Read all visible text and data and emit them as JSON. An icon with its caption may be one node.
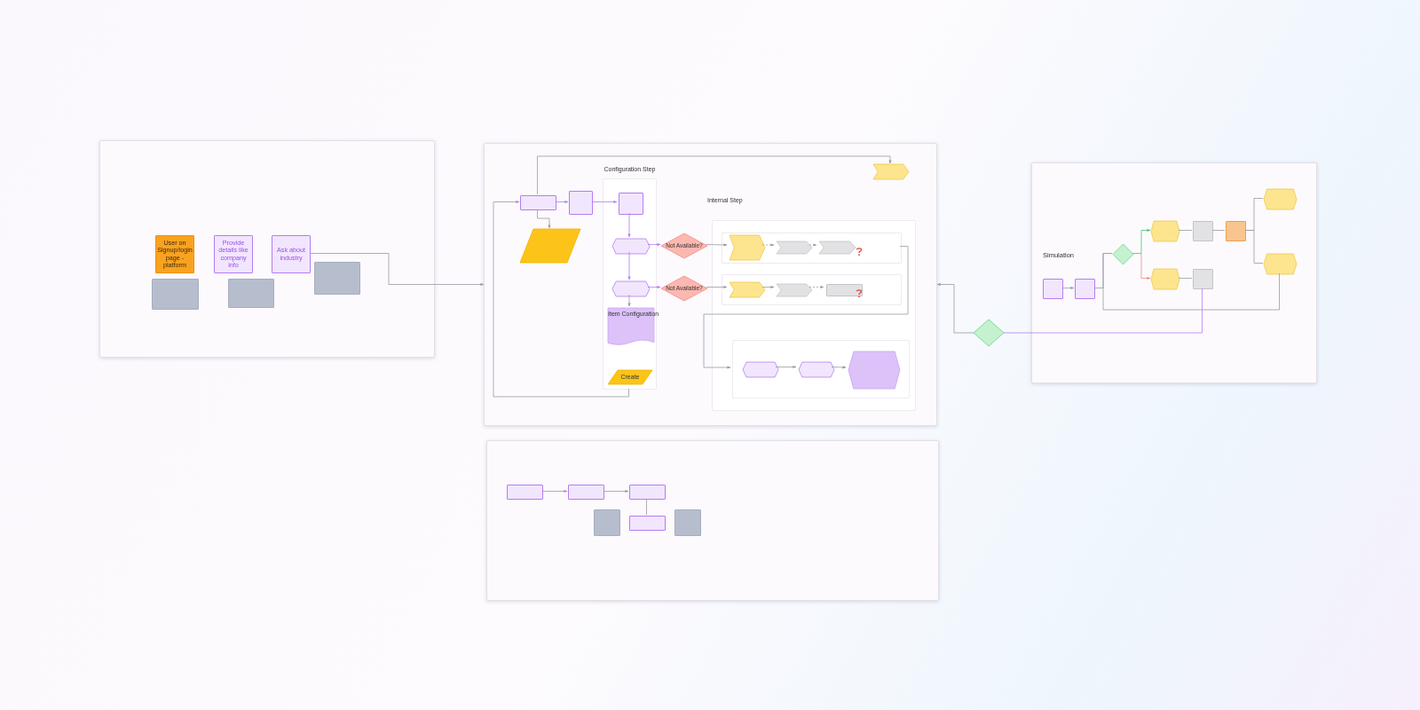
{
  "diagram": {
    "nodes": [
      {
        "text": [],
        "shape": "box"
      },
      {
        "text": [
          "User on Signup/login page - platform"
        ],
        "in": 0
      },
      {
        "text": [
          "Provide details like company info"
        ],
        "in": 0
      },
      {
        "text": [
          "Ask about industry"
        ],
        "in": 0
      },
      {
        "text": [],
        "shape": "box",
        "in": 0
      },
      {
        "text": [],
        "shape": "box",
        "in": 0
      },
      {
        "text": [],
        "shape": "box",
        "in": 0
      },
      {
        "text": [],
        "shape": "box"
      },
      {
        "text": [],
        "shape": "box",
        "in": 7
      },
      {
        "text": [],
        "shape": "box",
        "in": 7
      },
      {
        "text": [
          "Configuration Step"
        ],
        "in": 7
      },
      {
        "text": [],
        "shape": "box",
        "in": 10
      },
      {
        "text": [],
        "shape": "hexagon",
        "in": 10
      },
      {
        "text": [],
        "shape": "hexagon",
        "in": 10
      },
      {
        "text": [
          "Item Configuration"
        ],
        "in": 10
      },
      {
        "text": [
          "Create"
        ],
        "in": 10
      },
      {
        "text": [],
        "shape": "parallelogram",
        "in": 7
      },
      {
        "text": [
          "Not Available?"
        ],
        "in": 7
      },
      {
        "text": [
          "Not Available?"
        ],
        "in": 7
      },
      {
        "text": [],
        "shape": "chevron",
        "in": 7
      },
      {
        "text": [
          "Internal Step"
        ],
        "in": 7
      },
      {
        "text": [],
        "shape": "box",
        "in": 20
      },
      {
        "text": [],
        "shape": "chevron",
        "in": 21
      },
      {
        "text": [],
        "shape": "chevron",
        "in": 21
      },
      {
        "text": [],
        "shape": "chevron",
        "in": 21
      },
      {
        "text": [],
        "shape": "box",
        "in": 20
      },
      {
        "text": [],
        "shape": "chevron",
        "in": 25
      },
      {
        "text": [],
        "shape": "chevron",
        "in": 25
      },
      {
        "text": [],
        "shape": "box",
        "in": 25
      },
      {
        "text": [],
        "shape": "box",
        "in": 20
      },
      {
        "text": [],
        "shape": "hexagon",
        "in": 29
      },
      {
        "text": [],
        "shape": "hexagon",
        "in": 29
      },
      {
        "text": [],
        "shape": "hexagon",
        "in": 29
      },
      {
        "text": [
          "Simulation"
        ]
      },
      {
        "text": [],
        "shape": "box",
        "in": 33
      },
      {
        "text": [],
        "shape": "box",
        "in": 33
      },
      {
        "text": [],
        "shape": "diamond",
        "in": 33
      },
      {
        "text": [],
        "shape": "hexagon",
        "in": 33
      },
      {
        "text": [],
        "shape": "box",
        "in": 33
      },
      {
        "text": [],
        "shape": "box",
        "in": 33
      },
      {
        "text": [],
        "shape": "hexagon",
        "in": 33
      },
      {
        "text": [],
        "shape": "box",
        "in": 33
      },
      {
        "text": [],
        "shape": "hexagon",
        "in": 33
      },
      {
        "text": [],
        "shape": "hexagon",
        "in": 33
      },
      {
        "text": [],
        "shape": "diamond"
      },
      {
        "text": [],
        "shape": "box"
      },
      {
        "text": [],
        "shape": "box",
        "in": 45
      },
      {
        "text": [],
        "shape": "box",
        "in": 45
      },
      {
        "text": [],
        "shape": "box",
        "in": 45
      },
      {
        "text": [],
        "shape": "box",
        "in": 45
      },
      {
        "text": [],
        "shape": "box",
        "in": 45
      },
      {
        "text": [],
        "shape": "box",
        "in": 45
      }
    ],
    "edges": [
      {
        "from": 3,
        "to": 7,
        "arrow": "to"
      },
      {
        "from": 8,
        "to": 9,
        "arrow": "to",
        "color": "#b57cf2"
      },
      {
        "from": 9,
        "to": 11,
        "arrow": "to",
        "color": "#b57cf2"
      },
      {
        "from": 11,
        "to": 12,
        "arrow": "to",
        "color": "#b57cf2"
      },
      {
        "from": 12,
        "to": 13,
        "arrow": "to",
        "color": "#b57cf2"
      },
      {
        "from": 13,
        "to": 14,
        "arrow": "to"
      },
      {
        "from": 12,
        "to": 17,
        "arrow": "to",
        "color": "#b57cf2"
      },
      {
        "from": 13,
        "to": 18,
        "arrow": "to",
        "color": "#b57cf2"
      },
      {
        "from": 8,
        "to": 16,
        "arrow": "to"
      },
      {
        "from": 8,
        "to": 19,
        "arrow": "to"
      },
      {
        "from": 10,
        "to": 8,
        "arrow": "to"
      },
      {
        "from": 17,
        "to": 22,
        "arrow": "to"
      },
      {
        "from": 22,
        "to": 23,
        "arrow": "to",
        "style": "dashed"
      },
      {
        "from": 23,
        "to": 24,
        "arrow": "to",
        "style": "dashed"
      },
      {
        "from": 18,
        "to": 26,
        "arrow": "to"
      },
      {
        "from": 26,
        "to": 27,
        "arrow": "to"
      },
      {
        "from": 27,
        "to": 28,
        "arrow": "to",
        "style": "dashed"
      },
      {
        "from": 21,
        "to": 29,
        "arrow": "to"
      },
      {
        "from": 30,
        "to": 31,
        "arrow": "to"
      },
      {
        "from": 31,
        "to": 32,
        "arrow": "to"
      },
      {
        "from": 44,
        "to": 7,
        "arrow": "to"
      },
      {
        "from": 41,
        "to": 44,
        "arrow": "none",
        "color": "#b57cf2"
      },
      {
        "from": 34,
        "to": 35,
        "arrow": "to"
      },
      {
        "from": 35,
        "to": 36,
        "arrow": "none"
      },
      {
        "from": 36,
        "to": 37,
        "arrow": "to",
        "color": "#4cc36d"
      },
      {
        "from": 36,
        "to": 40,
        "arrow": "to",
        "color": "#f08a80"
      },
      {
        "from": 37,
        "to": 38,
        "arrow": "none"
      },
      {
        "from": 38,
        "to": 39,
        "arrow": "none"
      },
      {
        "from": 40,
        "to": 41,
        "arrow": "none"
      },
      {
        "from": 39,
        "to": 42,
        "arrow": "none"
      },
      {
        "from": 39,
        "to": 43,
        "arrow": "none"
      },
      {
        "from": 43,
        "to": 36,
        "arrow": "none"
      },
      {
        "from": 46,
        "to": 47,
        "arrow": "to"
      },
      {
        "from": 47,
        "to": 48,
        "arrow": "to"
      },
      {
        "from": 48,
        "to": 49,
        "arrow": "none"
      }
    ]
  }
}
